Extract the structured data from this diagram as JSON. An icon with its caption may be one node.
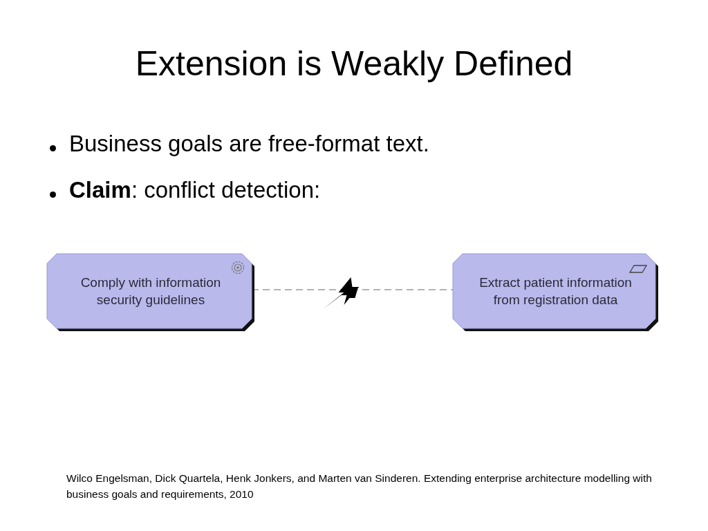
{
  "diagram": {
    "title": "Extension is Weakly Defined",
    "nodes": [
      {
        "text": [
          "Comply with information security guidelines"
        ]
      },
      {
        "text": [
          "Extract patient information from registration data"
        ]
      }
    ],
    "edges": [
      {
        "from": 0,
        "to": 1,
        "arrow": "none",
        "style": "dashed"
      }
    ],
    "labels": [
      "Business goals are free-format text.",
      "**Claim**: conflict detection:"
    ],
    "caption": "Wilco Engelsman, Dick Quartela, Henk Jonkers, and Marten van Sinderen. Extending enterprise architecture modelling with business goals and requirements, 2010"
  }
}
